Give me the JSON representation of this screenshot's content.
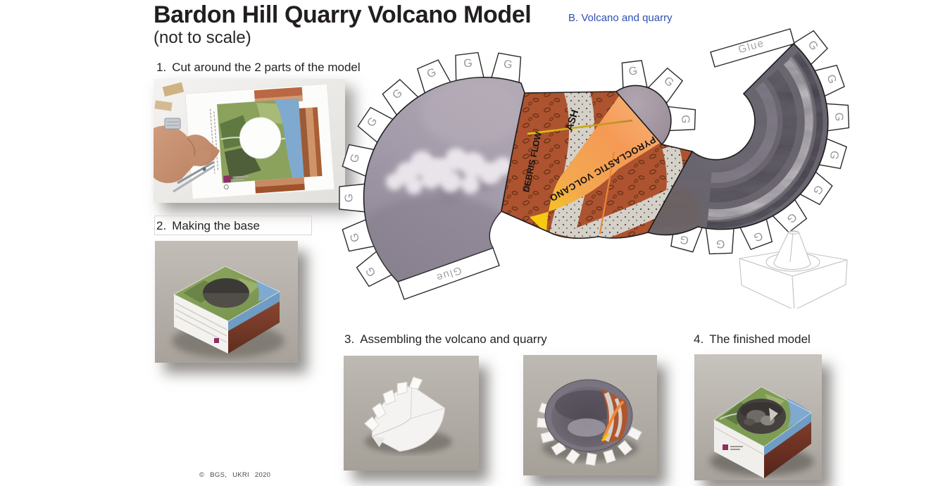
{
  "page": {
    "title": "Bardon Hill Quarry Volcano Model",
    "subtitle": "(not to scale)",
    "variant_label": "B.  Volcano and quarry",
    "copyright": "© BGS, UKRI 2020"
  },
  "steps": [
    {
      "number": "1.",
      "label": "Cut around the 2 parts of the model"
    },
    {
      "number": "2.",
      "label": "Making the base"
    },
    {
      "number": "3.",
      "label": "Assembling the volcano and quarry"
    },
    {
      "number": "4.",
      "label": "The finished model"
    }
  ],
  "template": {
    "tab_letter": "G",
    "glue_label": "Glue",
    "labels": {
      "debris_flow": "DEBRIS FLOW",
      "ash": "ASH",
      "pyroclastic_volcano": "PYROCLASTIC VOLCANO"
    },
    "colors": {
      "heading_text": "#221e1f",
      "variant_blue": "#2e51ae",
      "debris_flow_brown": "#ad5330",
      "ash_gray": "#d5d1c8",
      "conduit_yellow": "#f6d400",
      "conduit_orange": "#f0944c",
      "lava_dome_gray": "#a79aa4",
      "quarry_rock_dark": "#67626c",
      "ash_cloud_gray": "#a39aa6"
    }
  }
}
